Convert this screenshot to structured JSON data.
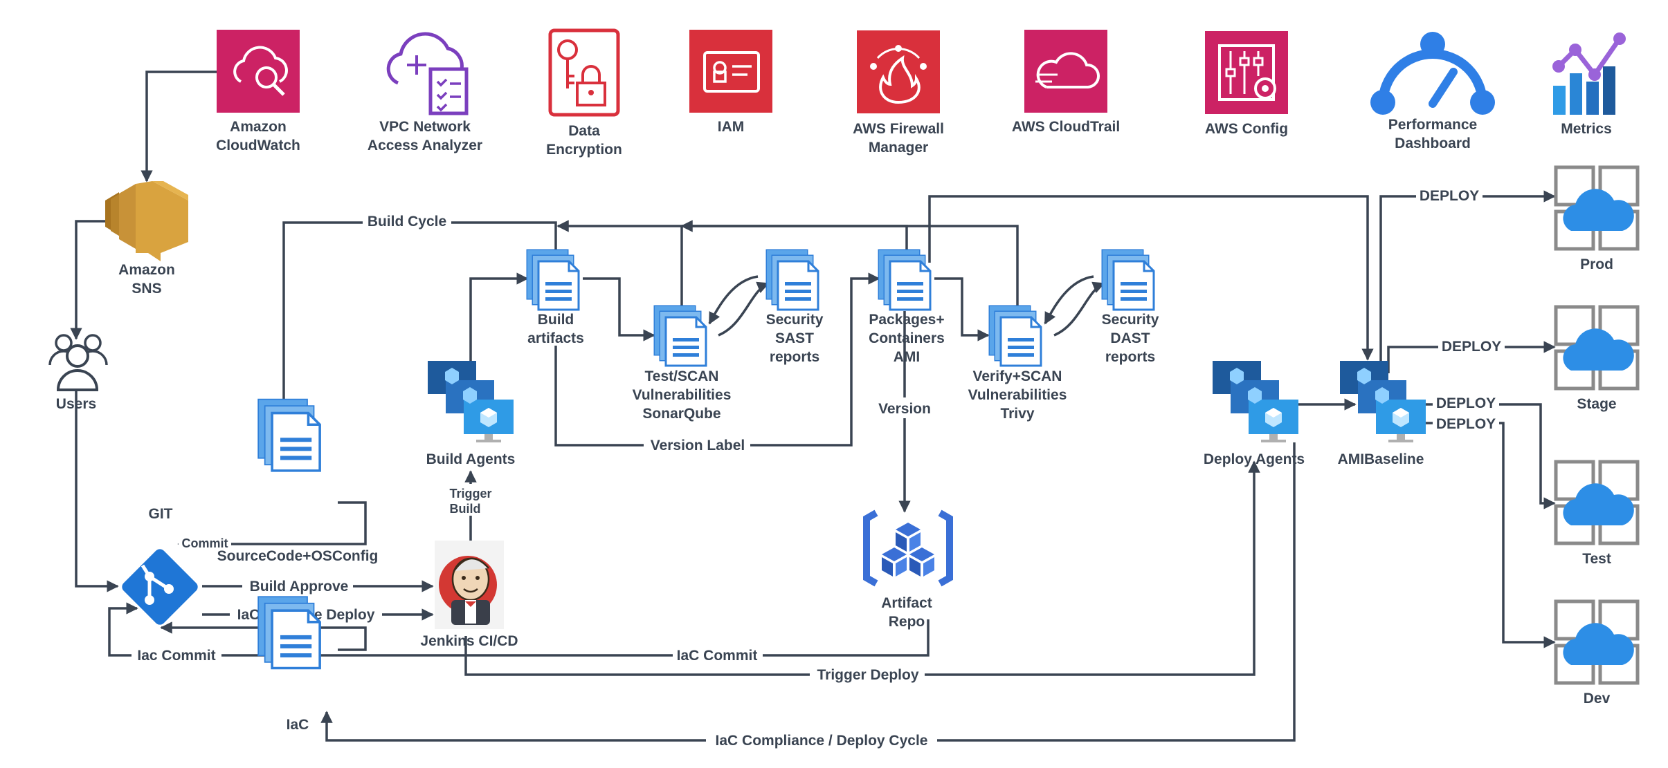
{
  "colors": {
    "edge": "#3a4452",
    "aws_pink": "#cc2264",
    "aws_red": "#d9303c",
    "vpc_purple": "#7b3fbe",
    "doc_blue": "#2f7fd9",
    "doc_light": "#9fc9f2",
    "agent_dark": "#1e5a9c",
    "agent_light": "#2f9be6",
    "sns_gold": "#d9a33f",
    "cloud_blue": "#2d8ee6",
    "env_gray": "#8a8a8a",
    "git_blue": "#1f76d6",
    "artifact_blue": "#3a6fd6",
    "perf_blue": "#2f7fe6",
    "metrics_purple": "#9a63d9"
  },
  "top_services": {
    "cloudwatch": {
      "line1": "Amazon",
      "line2": "CloudWatch",
      "icon": "cloudwatch-icon"
    },
    "vpc": {
      "line1": "VPC Network",
      "line2": "Access Analyzer",
      "icon": "vpc-analyzer-icon"
    },
    "encryption": {
      "line1": "Data",
      "line2": "Encryption",
      "icon": "key-lock-icon"
    },
    "iam": {
      "line1": "IAM",
      "icon": "id-card-icon"
    },
    "firewall": {
      "line1": "AWS Firewall",
      "line2": "Manager",
      "icon": "firewall-icon"
    },
    "cloudtrail": {
      "line1": "AWS CloudTrail",
      "icon": "cloudtrail-icon"
    },
    "config": {
      "line1": "AWS Config",
      "icon": "config-icon"
    },
    "performance": {
      "line1": "Performance",
      "line2": "Dashboard",
      "icon": "gauge-icon"
    },
    "metrics": {
      "line1": "Metrics",
      "icon": "metrics-chart-icon"
    }
  },
  "nodes": {
    "sns": {
      "line1": "Amazon",
      "line2": "SNS"
    },
    "users": {
      "line1": "Users"
    },
    "git": {
      "line1": "GIT"
    },
    "source": {
      "line1": "SourceCode+OSConfig"
    },
    "iac": {
      "line1": "IaC"
    },
    "jenkins": {
      "line1": "Jenkins CI/CD"
    },
    "build_agents": {
      "line1": "Build Agents"
    },
    "build_artifacts": {
      "line1": "Build",
      "line2": "artifacts"
    },
    "test_scan": {
      "line1": "Test/SCAN",
      "line2": "Vulnerabilities",
      "line3": "SonarQube"
    },
    "sast": {
      "line1": "Security",
      "line2": "SAST",
      "line3": "reports"
    },
    "packages": {
      "line1": "Packages+",
      "line2": "Containers",
      "line3": "AMI"
    },
    "verify": {
      "line1": "Verify+SCAN",
      "line2": "Vulnerabilities",
      "line3": "Trivy"
    },
    "dast": {
      "line1": "Security",
      "line2": "DAST",
      "line3": "reports"
    },
    "artifact_repo": {
      "line1": "Artifact",
      "line2": "Repo"
    },
    "deploy_agents": {
      "line1": "Deploy Agents"
    },
    "ami_baseline": {
      "line1": "AMIBaseline"
    },
    "prod": {
      "line1": "Prod"
    },
    "stage": {
      "line1": "Stage"
    },
    "test": {
      "line1": "Test"
    },
    "dev": {
      "line1": "Dev"
    }
  },
  "edges": {
    "build_cycle": "Build Cycle",
    "commit": "Commit",
    "build_approve": "Build Approve",
    "iac_approve_deploy": "IaC Approve Deploy",
    "iac_commit_left": "Iac Commit",
    "iac_commit": "IaC Commit",
    "trigger_build_1": "Trigger",
    "trigger_build_2": "Build",
    "version_label": "Version Label",
    "version": "Version",
    "trigger_deploy": "Trigger Deploy",
    "iac_compliance": "IaC Compliance / Deploy Cycle",
    "deploy_prod": "DEPLOY",
    "deploy_stage": "DEPLOY",
    "deploy_test": "DEPLOY",
    "deploy_dev": "DEPLOY"
  }
}
